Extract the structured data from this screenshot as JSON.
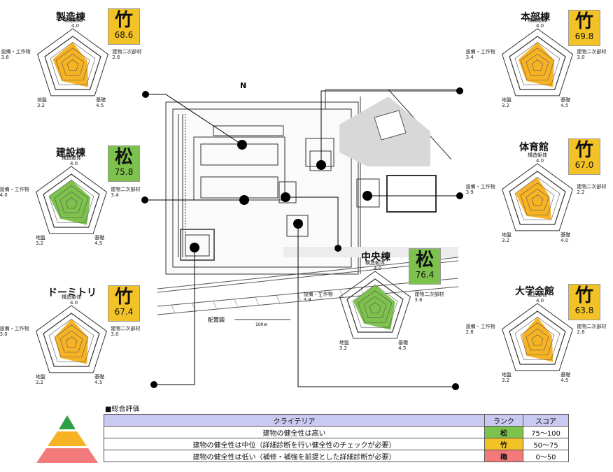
{
  "colors": {
    "ume": "#f7b324",
    "matsu": "#7dc24c",
    "take_badge": "#f2c226",
    "matsu_badge": "#7dc24c",
    "ume_rank": "#f27a7a",
    "header": "#c9c9f2"
  },
  "axes": {
    "top": "構造躯体",
    "right": "建物二次部材",
    "bottom_right": "基礎",
    "bottom_left": "地盤",
    "left": "設備・工作物"
  },
  "buildings": [
    {
      "id": "seizou",
      "name": "製造棟",
      "rank": "竹",
      "score": "68.6",
      "values": {
        "top": "4.0",
        "right": "2.6",
        "bottom_right": "4.5",
        "bottom_left": "3.2",
        "left": "3.6"
      }
    },
    {
      "id": "kensetsu",
      "name": "建設棟",
      "rank": "松",
      "score": "75.8",
      "values": {
        "top": "4.0",
        "right": "3.4",
        "bottom_right": "4.5",
        "bottom_left": "3.2",
        "left": "4.0"
      }
    },
    {
      "id": "dormitory",
      "name": "ドーミトリ",
      "rank": "竹",
      "score": "67.4",
      "values": {
        "top": "4.0",
        "right": "3.0",
        "bottom_right": "4.5",
        "bottom_left": "3.2",
        "left": "3.0"
      }
    },
    {
      "id": "honbu",
      "name": "本部棟",
      "rank": "竹",
      "score": "69.8",
      "values": {
        "top": "4.0",
        "right": "3.0",
        "bottom_right": "4.5",
        "bottom_left": "3.2",
        "left": "3.4"
      }
    },
    {
      "id": "taiiku",
      "name": "体育館",
      "rank": "竹",
      "score": "67.0",
      "values": {
        "top": "4.0",
        "right": "2.2",
        "bottom_right": "4.0",
        "bottom_left": "3.2",
        "left": "3.9"
      }
    },
    {
      "id": "daigaku",
      "name": "大学会館",
      "rank": "竹",
      "score": "63.8",
      "values": {
        "top": "4.0",
        "right": "2.6",
        "bottom_right": "4.5",
        "bottom_left": "3.2",
        "left": "2.8"
      }
    },
    {
      "id": "chuou",
      "name": "中央棟",
      "rank": "松",
      "score": "76.4",
      "values": {
        "top": "4.0",
        "right": "3.6",
        "bottom_right": "4.5",
        "bottom_left": "3.2",
        "left": "3.9"
      }
    }
  ],
  "map": {
    "north": "N",
    "caption": "配置図",
    "scale": "100m"
  },
  "legend": {
    "title": "■総合評価",
    "headers": [
      "クライテリア",
      "ランク",
      "スコア"
    ],
    "rows": [
      {
        "criteria": "建物の健全性は高い",
        "rank": "松",
        "score": "75〜100"
      },
      {
        "criteria": "建物の健全性は中位（詳細診断を行い健全性のチェックが必要）",
        "rank": "竹",
        "score": "50〜75"
      },
      {
        "criteria": "建物の健全性は低い（補修・補強を前提とした詳細診断が必要）",
        "rank": "梅",
        "score": "0〜50"
      }
    ]
  }
}
